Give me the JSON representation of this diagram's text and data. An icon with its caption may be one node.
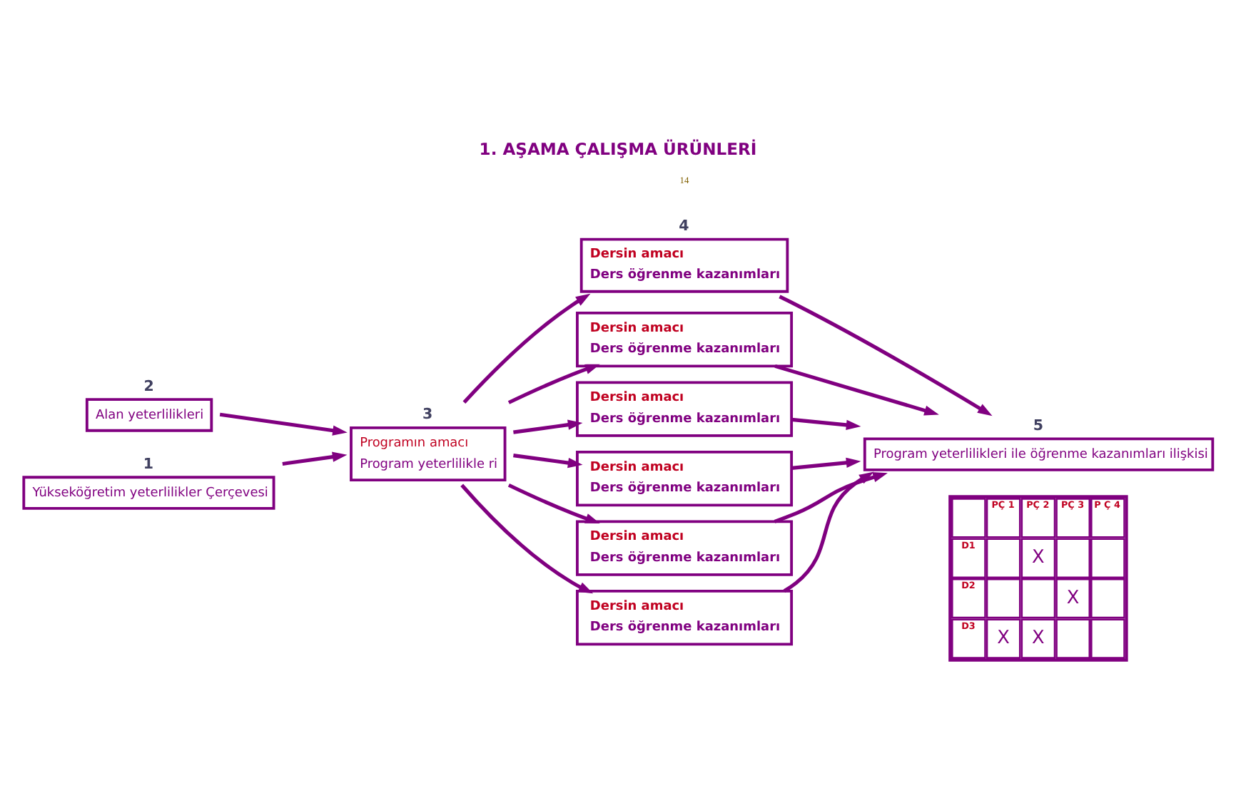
{
  "diagram": {
    "title": "1. AŞAMA ÇALIŞMA ÜRÜNLERİ",
    "nodes": [
      {
        "text": [
          "Alan yeterlilikleri"
        ],
        "beside": [
          "2"
        ]
      },
      {
        "text": [
          "Yükseköğretim yeterlilikler Çerçevesi"
        ],
        "beside": [
          "1"
        ]
      },
      {
        "text": [
          "Programın amacı",
          "Program yeterlilikle ri"
        ],
        "beside": [
          "3"
        ]
      },
      {
        "text": [
          "Dersin amacı",
          "Ders öğrenme kazanımları"
        ],
        "beside": [
          "4"
        ]
      },
      {
        "text": [
          "Dersin amacı",
          "Ders öğrenme kazanımları"
        ]
      },
      {
        "text": [
          "Dersin amacı",
          "Ders öğrenme kazanımları"
        ]
      },
      {
        "text": [
          "Dersin amacı",
          "Ders öğrenme kazanımları"
        ]
      },
      {
        "text": [
          "Dersin amacı",
          "Ders öğrenme kazanımları"
        ]
      },
      {
        "text": [
          "Dersin amacı",
          "Ders öğrenme kazanımları"
        ]
      },
      {
        "text": [
          "Program yeterlilikleri ile öğrenme kazanımları ilişkisi"
        ],
        "beside": [
          "5"
        ]
      }
    ],
    "edges": [
      {
        "from": 0,
        "to": 2,
        "arrow": "to"
      },
      {
        "from": 1,
        "to": 2,
        "arrow": "to"
      },
      {
        "from": 2,
        "to": 3,
        "arrow": "to"
      },
      {
        "from": 2,
        "to": 4,
        "arrow": "to"
      },
      {
        "from": 2,
        "to": 5,
        "arrow": "to"
      },
      {
        "from": 2,
        "to": 6,
        "arrow": "to"
      },
      {
        "from": 2,
        "to": 7,
        "arrow": "to"
      },
      {
        "from": 2,
        "to": 8,
        "arrow": "to"
      },
      {
        "from": 3,
        "to": 9,
        "arrow": "to"
      },
      {
        "from": 4,
        "to": 9,
        "arrow": "to"
      },
      {
        "from": 5,
        "to": 9,
        "arrow": "to"
      },
      {
        "from": 6,
        "to": 9,
        "arrow": "to"
      },
      {
        "from": 7,
        "to": 9,
        "arrow": "to"
      },
      {
        "from": 8,
        "to": 9,
        "arrow": "to"
      }
    ],
    "labels": [
      "PÇ 1",
      "PÇ 2",
      "PÇ 3",
      "P Ç 4",
      "D1",
      "X",
      "D2",
      "X",
      "D3",
      "X",
      "X",
      "14"
    ]
  }
}
